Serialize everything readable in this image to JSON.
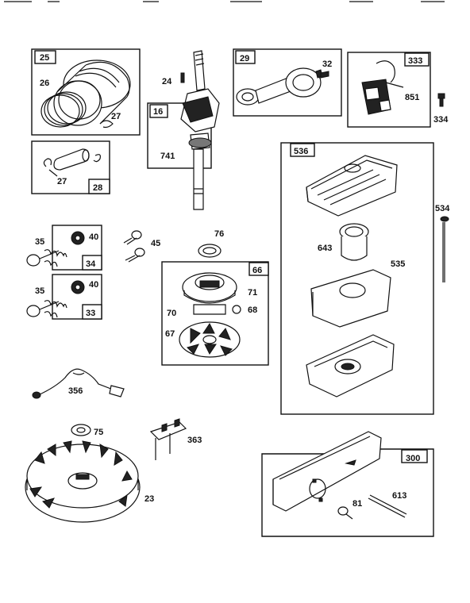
{
  "callouts": {
    "c25": "25",
    "c26": "26",
    "c27a": "27",
    "c27b": "27",
    "c28": "28",
    "c24": "24",
    "c16": "16",
    "c741": "741",
    "c29": "29",
    "c32": "32",
    "c333": "333",
    "c851": "851",
    "c334": "334",
    "c536": "536",
    "c534": "534",
    "c643": "643",
    "c535": "535",
    "c35a": "35",
    "c40a": "40",
    "c34": "34",
    "c35b": "35",
    "c40b": "40",
    "c33": "33",
    "c45": "45",
    "c76": "76",
    "c66": "66",
    "c71": "71",
    "c70": "70",
    "c68": "68",
    "c67": "67",
    "c356": "356",
    "c75": "75",
    "c363": "363",
    "c23": "23",
    "c300": "300",
    "c81": "81",
    "c613": "613"
  }
}
